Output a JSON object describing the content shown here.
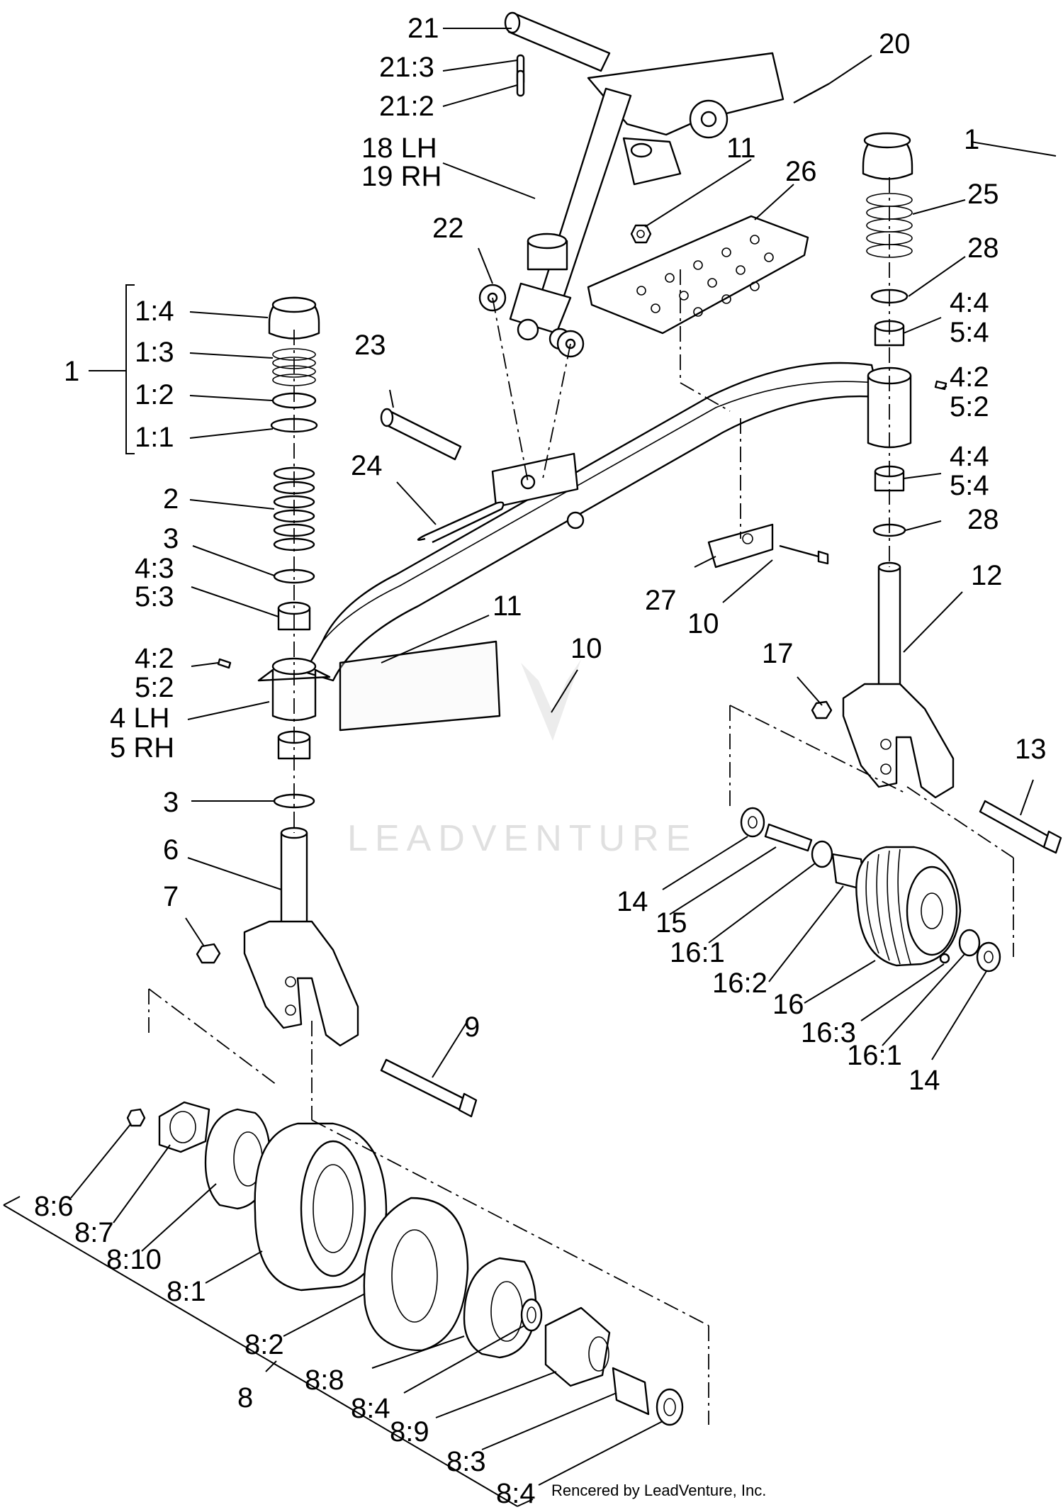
{
  "watermark": "LEADVENTURE",
  "credit": "Rencered by LeadVenture, Inc.",
  "callouts": {
    "c1_4": "1:4",
    "c1_3": "1:3",
    "c1_2": "1:2",
    "c1_1": "1:1",
    "c1": "1",
    "c2": "2",
    "c3a": "3",
    "c4_3": "4:3",
    "c5_3": "5:3",
    "c4_2l": "4:2",
    "c5_2l": "5:2",
    "c4lh": "4 LH",
    "c5rh": "5 RH",
    "c3b": "3",
    "c6": "6",
    "c7": "7",
    "c9": "9",
    "c21": "21",
    "c21_3": "21:3",
    "c21_2": "21:2",
    "c18": "18 LH",
    "c19": "19 RH",
    "c20": "20",
    "c22": "22",
    "c23": "23",
    "c24": "24",
    "c11a": "11",
    "c26": "26",
    "c11b": "11",
    "c10a": "10",
    "c27": "27",
    "c10b": "10",
    "c1r": "1",
    "c25": "25",
    "c28a": "28",
    "c4_4a": "4:4",
    "c5_4a": "5:4",
    "c4_2r": "4:2",
    "c5_2r": "5:2",
    "c4_4b": "4:4",
    "c5_4b": "5:4",
    "c28b": "28",
    "c12": "12",
    "c17": "17",
    "c13": "13",
    "c14a": "14",
    "c15": "15",
    "c16_1a": "16:1",
    "c16_2": "16:2",
    "c16": "16",
    "c16_3": "16:3",
    "c16_1b": "16:1",
    "c14b": "14",
    "c8_6": "8:6",
    "c8_7": "8:7",
    "c8_10": "8:10",
    "c8_1": "8:1",
    "c8_2": "8:2",
    "c8_8": "8:8",
    "c8_4a": "8:4",
    "c8_9": "8:9",
    "c8_3": "8:3",
    "c8_4b": "8:4",
    "c8": "8"
  }
}
